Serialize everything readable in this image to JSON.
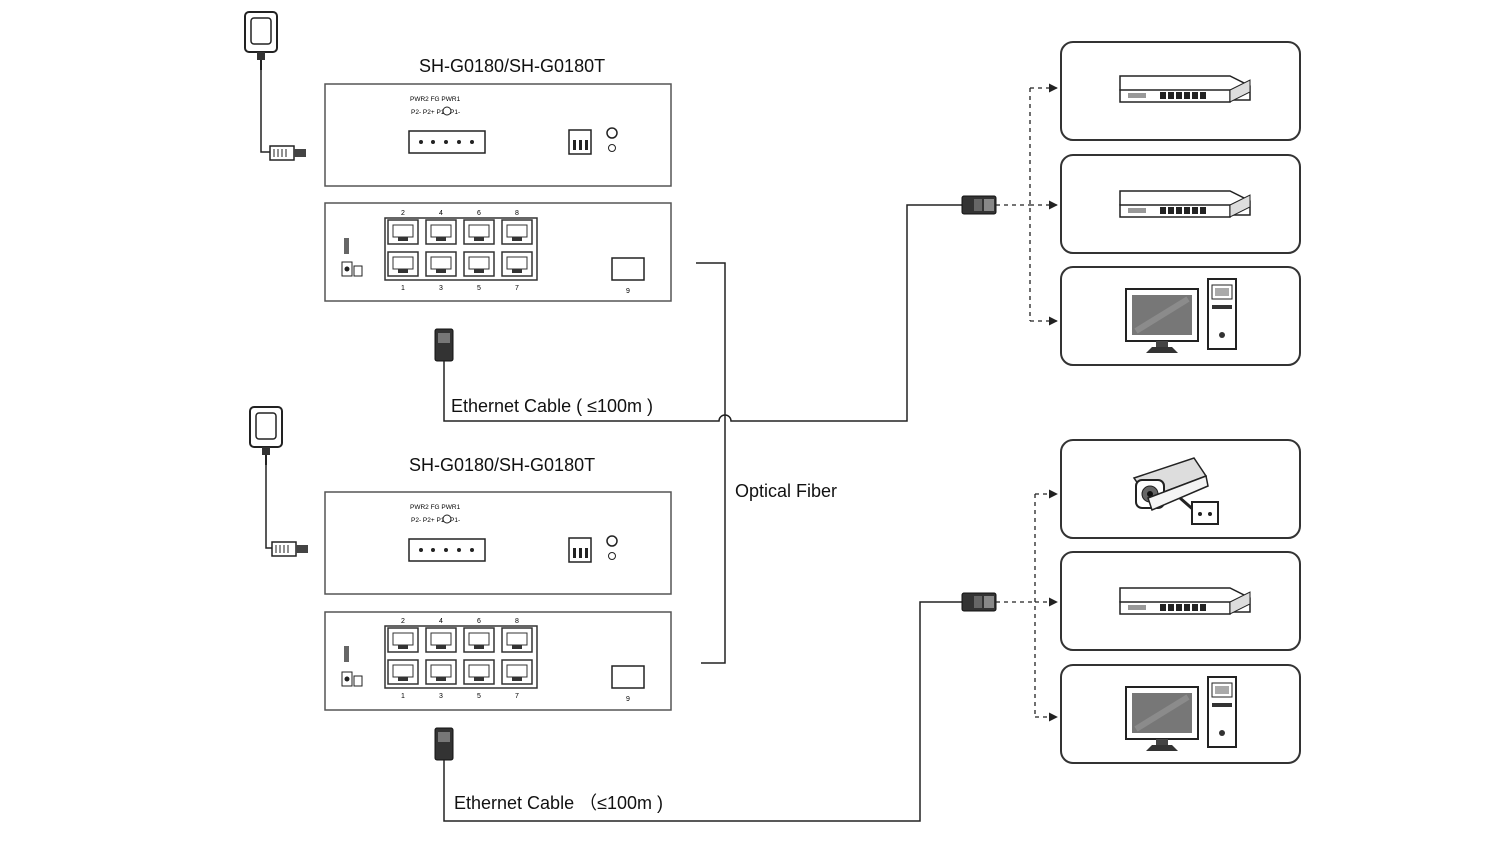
{
  "switches": [
    {
      "model": "SH-G0180/SH-G0180T",
      "terminal_labels": {
        "top": "PWR2 FG PWR1",
        "bottom": "P2- P2+  P1+ P1-"
      }
    },
    {
      "model": "SH-G0180/SH-G0180T",
      "terminal_labels": {
        "top": "PWR2 FG PWR1",
        "bottom": "P2- P2+  P1+ P1-"
      }
    }
  ],
  "links": {
    "ethernet_top": "Ethernet Cable ( ≤100m )",
    "ethernet_bottom": "Ethernet Cable （≤100m )",
    "optical_fiber": "Optical Fiber"
  },
  "port_numbers": {
    "top_row": [
      "2",
      "4",
      "6",
      "8"
    ],
    "bottom_row": [
      "1",
      "3",
      "5",
      "7"
    ],
    "sfp": "9"
  },
  "devices": {
    "group_top": [
      "switch-icon",
      "switch-icon",
      "desktop-computer-icon"
    ],
    "group_bottom": [
      "ip-camera-icon",
      "switch-icon",
      "desktop-computer-icon"
    ]
  },
  "colors": {
    "line": "#222222",
    "box_stroke": "#555555"
  }
}
